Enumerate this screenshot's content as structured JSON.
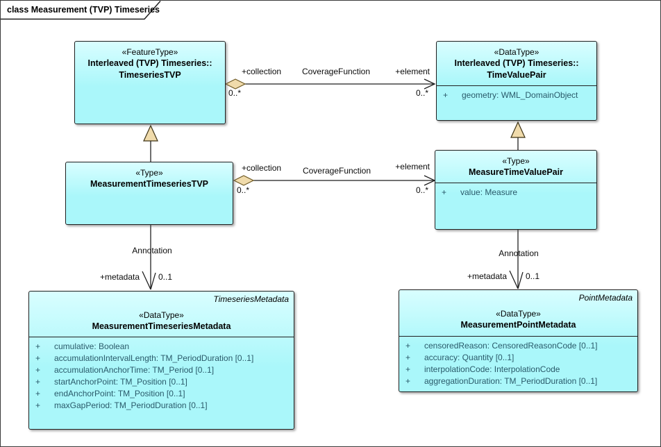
{
  "frame": {
    "title": "class Measurement (TVP) Timeseries"
  },
  "colors": {
    "box_fill": "#aaf7fa",
    "box_fill_light": "#d9feff",
    "box_border": "#1f1f1f",
    "diamond_fill": "#f0dbab",
    "diamond_border": "#6e5a25",
    "attr_text": "#2a5a6a",
    "line_color": "#1f1f1f"
  },
  "classes": {
    "timeseriesTVP": {
      "stereotype": "«FeatureType»",
      "name": "Interleaved (TVP) Timeseries::\nTimeseriesTVP"
    },
    "timeValuePair": {
      "stereotype": "«DataType»",
      "name": "Interleaved (TVP) Timeseries::\nTimeValuePair",
      "attributes": [
        {
          "vis": "+",
          "text": "geometry: WML_DomainObject"
        }
      ]
    },
    "measurementTimeseriesTVP": {
      "stereotype": "«Type»",
      "name": "MeasurementTimeseriesTVP"
    },
    "measureTimeValuePair": {
      "stereotype": "«Type»",
      "name": "MeasureTimeValuePair",
      "attributes": [
        {
          "vis": "+",
          "text": "value: Measure"
        }
      ]
    },
    "measurementTimeseriesMetadata": {
      "ref": "TimeseriesMetadata",
      "stereotype": "«DataType»",
      "name": "MeasurementTimeseriesMetadata",
      "attributes": [
        {
          "vis": "+",
          "text": "cumulative: Boolean"
        },
        {
          "vis": "+",
          "text": "accumulationIntervalLength: TM_PeriodDuration [0..1]"
        },
        {
          "vis": "+",
          "text": "accumulationAnchorTime: TM_Period [0..1]"
        },
        {
          "vis": "+",
          "text": "startAnchorPoint: TM_Position [0..1]"
        },
        {
          "vis": "+",
          "text": "endAnchorPoint: TM_Position [0..1]"
        },
        {
          "vis": "+",
          "text": "maxGapPeriod: TM_PeriodDuration [0..1]"
        }
      ]
    },
    "measurementPointMetadata": {
      "ref": "PointMetadata",
      "stereotype": "«DataType»",
      "name": "MeasurementPointMetadata",
      "attributes": [
        {
          "vis": "+",
          "text": "censoredReason: CensoredReasonCode [0..1]"
        },
        {
          "vis": "+",
          "text": "accuracy: Quantity [0..1]"
        },
        {
          "vis": "+",
          "text": "interpolationCode: InterpolationCode"
        },
        {
          "vis": "+",
          "text": "aggregationDuration: TM_PeriodDuration [0..1]"
        }
      ]
    }
  },
  "connectors": {
    "coverageTop": {
      "name": "CoverageFunction",
      "source_role": "+collection",
      "source_mult": "0..*",
      "target_role": "+element",
      "target_mult": "0..*"
    },
    "coverageMid": {
      "name": "CoverageFunction",
      "source_role": "+collection",
      "source_mult": "0..*",
      "target_role": "+element",
      "target_mult": "0..*"
    },
    "annotationLeft": {
      "name": "Annotation",
      "target_role": "+metadata",
      "target_mult": "0..1"
    },
    "annotationRight": {
      "name": "Annotation",
      "target_role": "+metadata",
      "target_mult": "0..1"
    }
  }
}
